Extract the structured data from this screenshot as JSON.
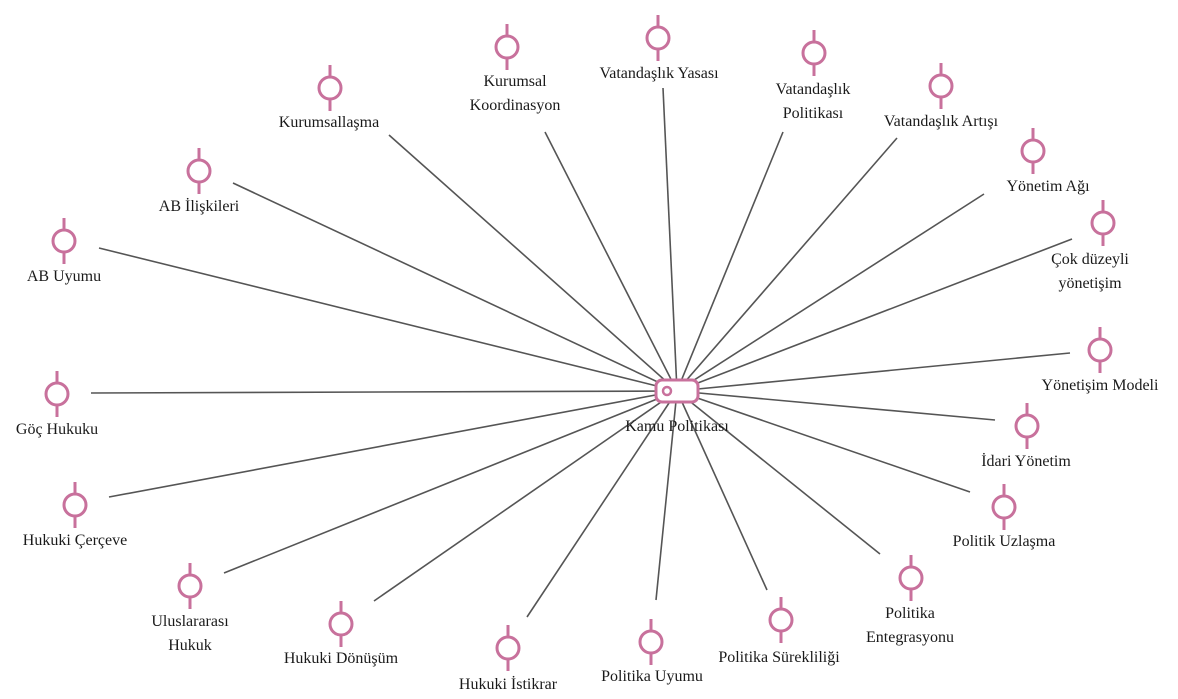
{
  "colors": {
    "accent": "#c8719c",
    "edge": "#555555"
  },
  "center": {
    "label": "Kamu Politikası",
    "icon": "tag-icon"
  },
  "nodes": [
    {
      "label": "Kurumsal Koordinasyon",
      "icon": "node-pin-icon"
    },
    {
      "label": "Vatandaşlık Yasası",
      "icon": "node-pin-icon"
    },
    {
      "label": "Vatandaşlık Politikası",
      "icon": "node-pin-icon"
    },
    {
      "label": "Vatandaşlık Artışı",
      "icon": "node-pin-icon"
    },
    {
      "label": "Yönetim Ağı",
      "icon": "node-pin-icon"
    },
    {
      "label": "Çok düzeyli yönetişim",
      "icon": "node-pin-icon"
    },
    {
      "label": "Yönetişim Modeli",
      "icon": "node-pin-icon"
    },
    {
      "label": "İdari Yönetim",
      "icon": "node-pin-icon"
    },
    {
      "label": "Politik Uzlaşma",
      "icon": "node-pin-icon"
    },
    {
      "label": "Politika Entegrasyonu",
      "icon": "node-pin-icon"
    },
    {
      "label": "Politika Sürekliliği",
      "icon": "node-pin-icon"
    },
    {
      "label": "Politika Uyumu",
      "icon": "node-pin-icon"
    },
    {
      "label": "Hukuki İstikrar",
      "icon": "node-pin-icon"
    },
    {
      "label": "Hukuki Dönüşüm",
      "icon": "node-pin-icon"
    },
    {
      "label": "Uluslararası Hukuk",
      "icon": "node-pin-icon"
    },
    {
      "label": "Hukuki Çerçeve",
      "icon": "node-pin-icon"
    },
    {
      "label": "Göç Hukuku",
      "icon": "node-pin-icon"
    },
    {
      "label": "AB Uyumu",
      "icon": "node-pin-icon"
    },
    {
      "label": "AB İlişkileri",
      "icon": "node-pin-icon"
    },
    {
      "label": "Kurumsallaşma",
      "icon": "node-pin-icon"
    }
  ]
}
